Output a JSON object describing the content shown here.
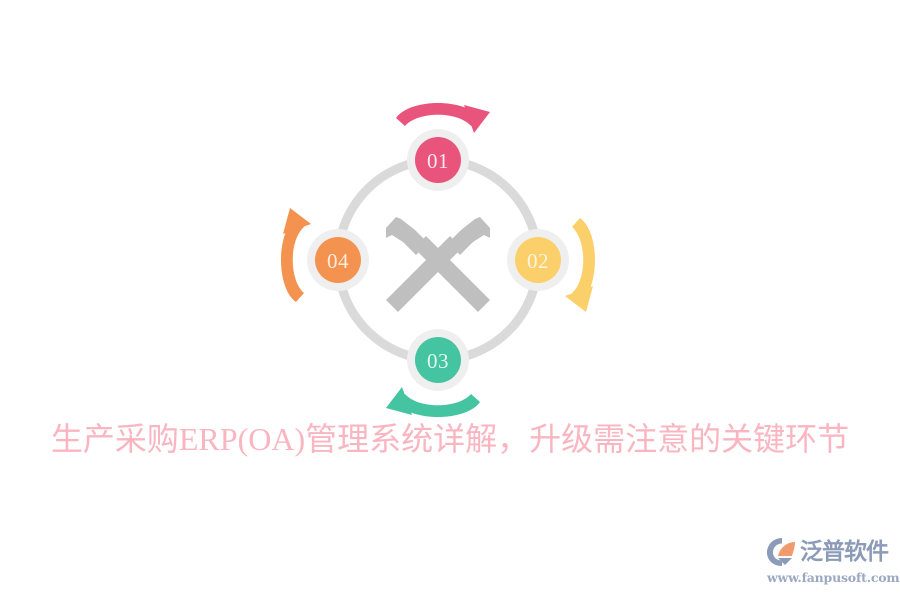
{
  "background_color": "#ffffff",
  "headline": {
    "text": "生产采购ERP(OA)管理系统详解，升级需注意的关键环节",
    "color": "#f9b6c1"
  },
  "diagram": {
    "type": "cycle",
    "center_icon": "crossed-hammers-icon",
    "center_icon_color": "#bfbfbf",
    "ring_color": "#dadada",
    "direction": "clockwise",
    "nodes": [
      {
        "label": "01",
        "position": "top",
        "color": "#e9547c",
        "ring_color": "#efefef",
        "text_color": "#fbe9ec"
      },
      {
        "label": "02",
        "position": "right",
        "color": "#fbd06a",
        "ring_color": "#efefef",
        "text_color": "#fdf4e0"
      },
      {
        "label": "03",
        "position": "bottom",
        "color": "#45c4a2",
        "ring_color": "#efefef",
        "text_color": "#e3f7f1"
      },
      {
        "label": "04",
        "position": "left",
        "color": "#f4924f",
        "ring_color": "#efefef",
        "text_color": "#fdece0"
      }
    ],
    "arrows": [
      {
        "name": "arrow-top",
        "color": "#e9547c",
        "direction": "left-to-right"
      },
      {
        "name": "arrow-right",
        "color": "#fbd06a",
        "direction": "top-to-bottom"
      },
      {
        "name": "arrow-bottom",
        "color": "#45c4a2",
        "direction": "right-to-left"
      },
      {
        "name": "arrow-left",
        "color": "#f4924f",
        "direction": "bottom-to-top"
      }
    ]
  },
  "logo": {
    "brand_name": "泛普软件",
    "url": "www.fanpusoft.com",
    "mark_color": "#8b9bb8",
    "mark_accent_color": "#f09a6e",
    "text_color": "#8b9bb8"
  }
}
